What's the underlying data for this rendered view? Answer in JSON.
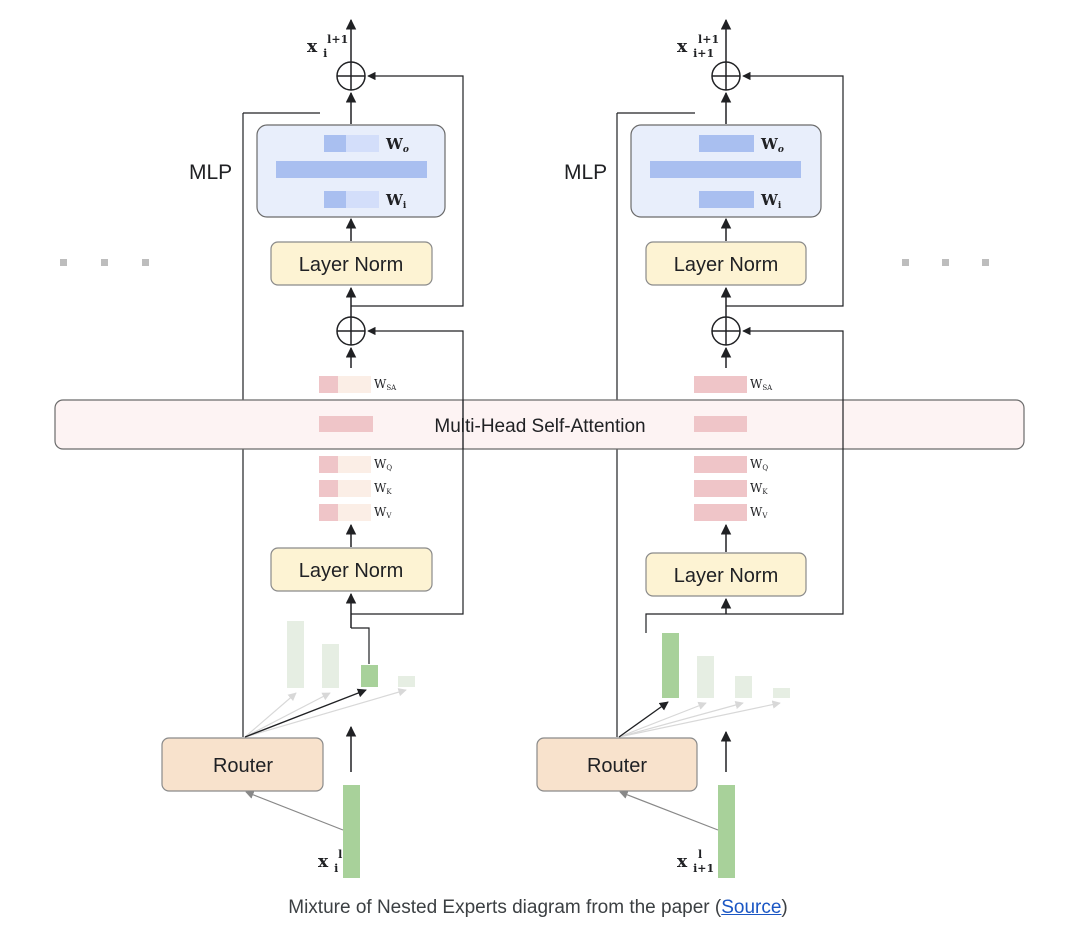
{
  "labels": {
    "mlp": "MLP",
    "layer_norm": "Layer Norm",
    "router": "Router",
    "mhsa": "Multi-Head Self-Attention",
    "w_o": "W",
    "w_o_sub": "o",
    "w_i": "W",
    "w_i_sub": "i",
    "w_sa": "W",
    "w_sa_sub": "SA",
    "w_q": "W",
    "w_q_sub": "Q",
    "w_k": "W",
    "w_k_sub": "K",
    "w_v": "W",
    "w_v_sub": "V"
  },
  "block_left": {
    "output": {
      "base": "x",
      "sub": "i",
      "sup": "l+1"
    },
    "input": {
      "base": "x",
      "sub": "i",
      "sup": "l"
    }
  },
  "block_right": {
    "output": {
      "base": "x",
      "sub": "i+1",
      "sup": "l+1"
    },
    "input": {
      "base": "x",
      "sub": "i+1",
      "sup": "l"
    }
  },
  "ellipsis": "· · ·",
  "caption": {
    "text": "Mixture of Nested Experts diagram from the paper (",
    "link": "Source",
    "suffix": ")"
  },
  "colors": {
    "mlp_fill": "#e8eefb",
    "weight_blue": "#a9bff0",
    "weight_blue_light": "#d3defa",
    "layer_norm_fill": "#fdf3d3",
    "router_fill": "#f8e2cc",
    "mhsa_fill": "#fdf3f3",
    "weight_pink": "#efc5c8",
    "weight_pink_light": "#fbeee6",
    "expert_green": "#a8d19a",
    "expert_green_light": "#e6eee3"
  }
}
